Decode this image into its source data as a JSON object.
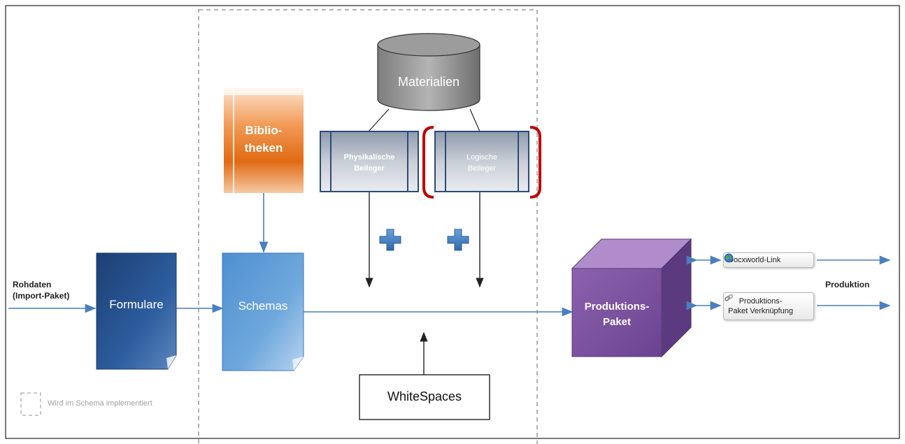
{
  "input": {
    "label_line1": "Rohdaten",
    "label_line2": "(Import-Paket)"
  },
  "formulare": {
    "label": "Formulare"
  },
  "bibliotheken": {
    "label_line1": "Biblio-",
    "label_line2": "theken"
  },
  "schemas": {
    "label": "Schemas"
  },
  "materialien": {
    "label": "Materialien"
  },
  "physikalische": {
    "label_line1": "Physikalische",
    "label_line2": "Beileger"
  },
  "logische": {
    "label_line1": "Logische",
    "label_line2": "Beileger"
  },
  "whitespaces": {
    "label": "WhiteSpaces"
  },
  "produktionspaket": {
    "label_line1": "Produktions-",
    "label_line2": "Paket"
  },
  "outputs": {
    "heading": "Produktion",
    "docxworld": {
      "label": "Docxworld-Link",
      "icon": "globe-icon"
    },
    "verknuepfung": {
      "label_line1": "Produktions-",
      "label_line2": "Paket Verknüpfung",
      "icon": "link-icon"
    }
  },
  "legend": {
    "label": "Wird im Schema implementiert"
  },
  "colors": {
    "formulare": "#1f4e8c",
    "schemas": "#5b9bd5",
    "bibliotheken": "#e46c0a",
    "produktionspaket": "#7a4f9a",
    "beileger_border": "#2c4a78",
    "logische_bracket": "#c00000",
    "arrow": "#4a7fbf"
  }
}
